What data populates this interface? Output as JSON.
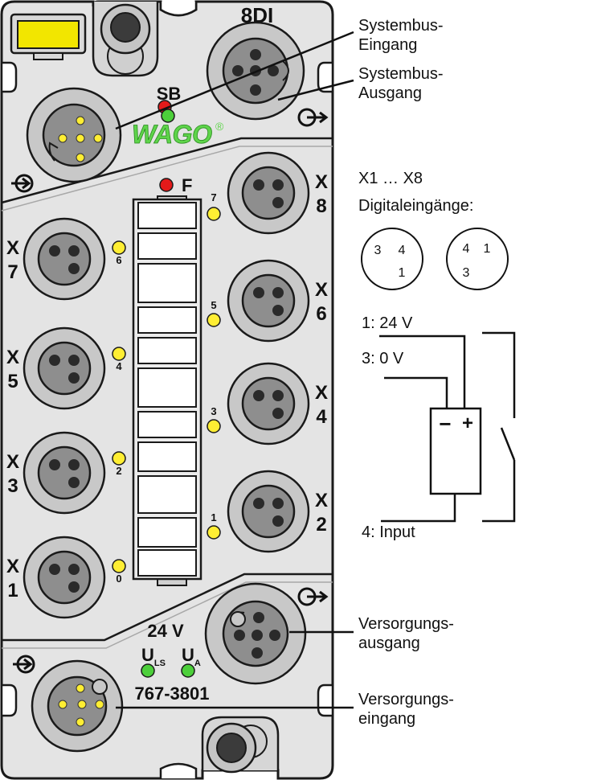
{
  "module": {
    "title": "8DI",
    "sb_label": "SB",
    "f_label": "F",
    "brand": "WAGO",
    "registered_mark": "®",
    "voltage": "24 V",
    "uls_main": "U",
    "uls_sub": "LS",
    "ua_main": "U",
    "ua_sub": "A",
    "part_number": "767-3801",
    "colors": {
      "housing": "#e4e4e4",
      "outline": "#1a1a1a",
      "led_green": "#4ccf3a",
      "led_yellow": "#ffee33",
      "led_red": "#e41a1a",
      "label_yellow": "#f2e600",
      "wago_green": "#5ed44a",
      "connector_ring": "#c8c8c8",
      "connector_face": "#8e8e8e"
    },
    "ports": [
      {
        "x": "X",
        "n": "7",
        "led": "6"
      },
      {
        "x": "X",
        "n": "5",
        "led": "4"
      },
      {
        "x": "X",
        "n": "3",
        "led": "2"
      },
      {
        "x": "X",
        "n": "1",
        "led": "0"
      },
      {
        "x": "X",
        "n": "8",
        "led": "7"
      },
      {
        "x": "X",
        "n": "6",
        "led": "5"
      },
      {
        "x": "X",
        "n": "4",
        "led": "3"
      },
      {
        "x": "X",
        "n": "2",
        "led": "1"
      }
    ]
  },
  "callouts": {
    "systembus_in": [
      "Systembus-",
      "Eingang"
    ],
    "systembus_out": [
      "Systembus-",
      "Ausgang"
    ],
    "supply_out": [
      "Versorgungs-",
      "ausgang"
    ],
    "supply_in": [
      "Versorgungs-",
      "eingang"
    ]
  },
  "pinout": {
    "heading1": "X1 … X8",
    "heading2": "Digitaleingänge:",
    "left_pins": [
      "3",
      "4",
      "1"
    ],
    "right_pins": [
      "4",
      "1",
      "3"
    ]
  },
  "circuit": {
    "pin1": "1: 24 V",
    "pin3": "3: 0 V",
    "pin4": "4: Input",
    "minus": "−",
    "plus": "+"
  }
}
